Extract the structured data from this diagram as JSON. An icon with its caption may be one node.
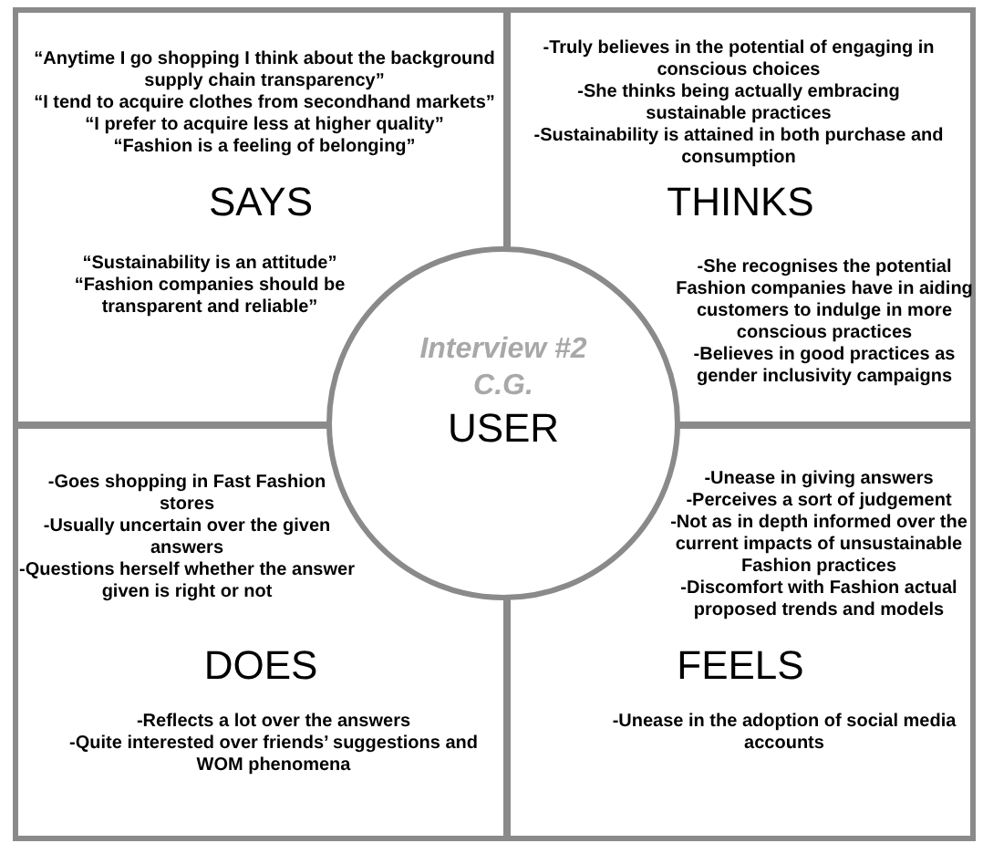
{
  "diagram": {
    "nodes": [
      {
        "text": [
          "“Anytime I go shopping I think about the background supply chain transparency”",
          "“I tend to acquire clothes from secondhand markets”",
          "“I prefer to acquire less at higher quality”",
          "“Fashion is a feeling of belonging”",
          "SAYS",
          "“Sustainability is an attitude”",
          "“Fashion companies should be transparent and reliable”"
        ]
      },
      {
        "text": [
          "-Truly believes in the potential of engaging in conscious choices",
          "-She thinks being actually embracing sustainable practices",
          "-Sustainability is attained in both purchase and consumption",
          "THINKS",
          "-She recognises the potential Fashion companies have in aiding customers to indulge in more conscious practices",
          "-Believes in good practices as gender inclusivity campaigns"
        ]
      },
      {
        "text": [
          "-Goes shopping in Fast Fashion stores",
          "-Usually uncertain over the given answers",
          "-Questions herself whether the answer given is right or not",
          "DOES",
          "-Reflects a lot over the answers",
          "-Quite interested over friends’ suggestions and WOM phenomena"
        ]
      },
      {
        "text": [
          "-Unease in giving answers",
          "-Perceives a sort of judgement",
          "-Not as in depth informed over the current impacts of unsustainable Fashion practices",
          "-Discomfort with Fashion actual proposed trends and models",
          "FEELS",
          "-Unease in the adoption of social media accounts"
        ]
      },
      {
        "text": [
          "Interview #2",
          "C.G.",
          "USER"
        ]
      }
    ]
  }
}
